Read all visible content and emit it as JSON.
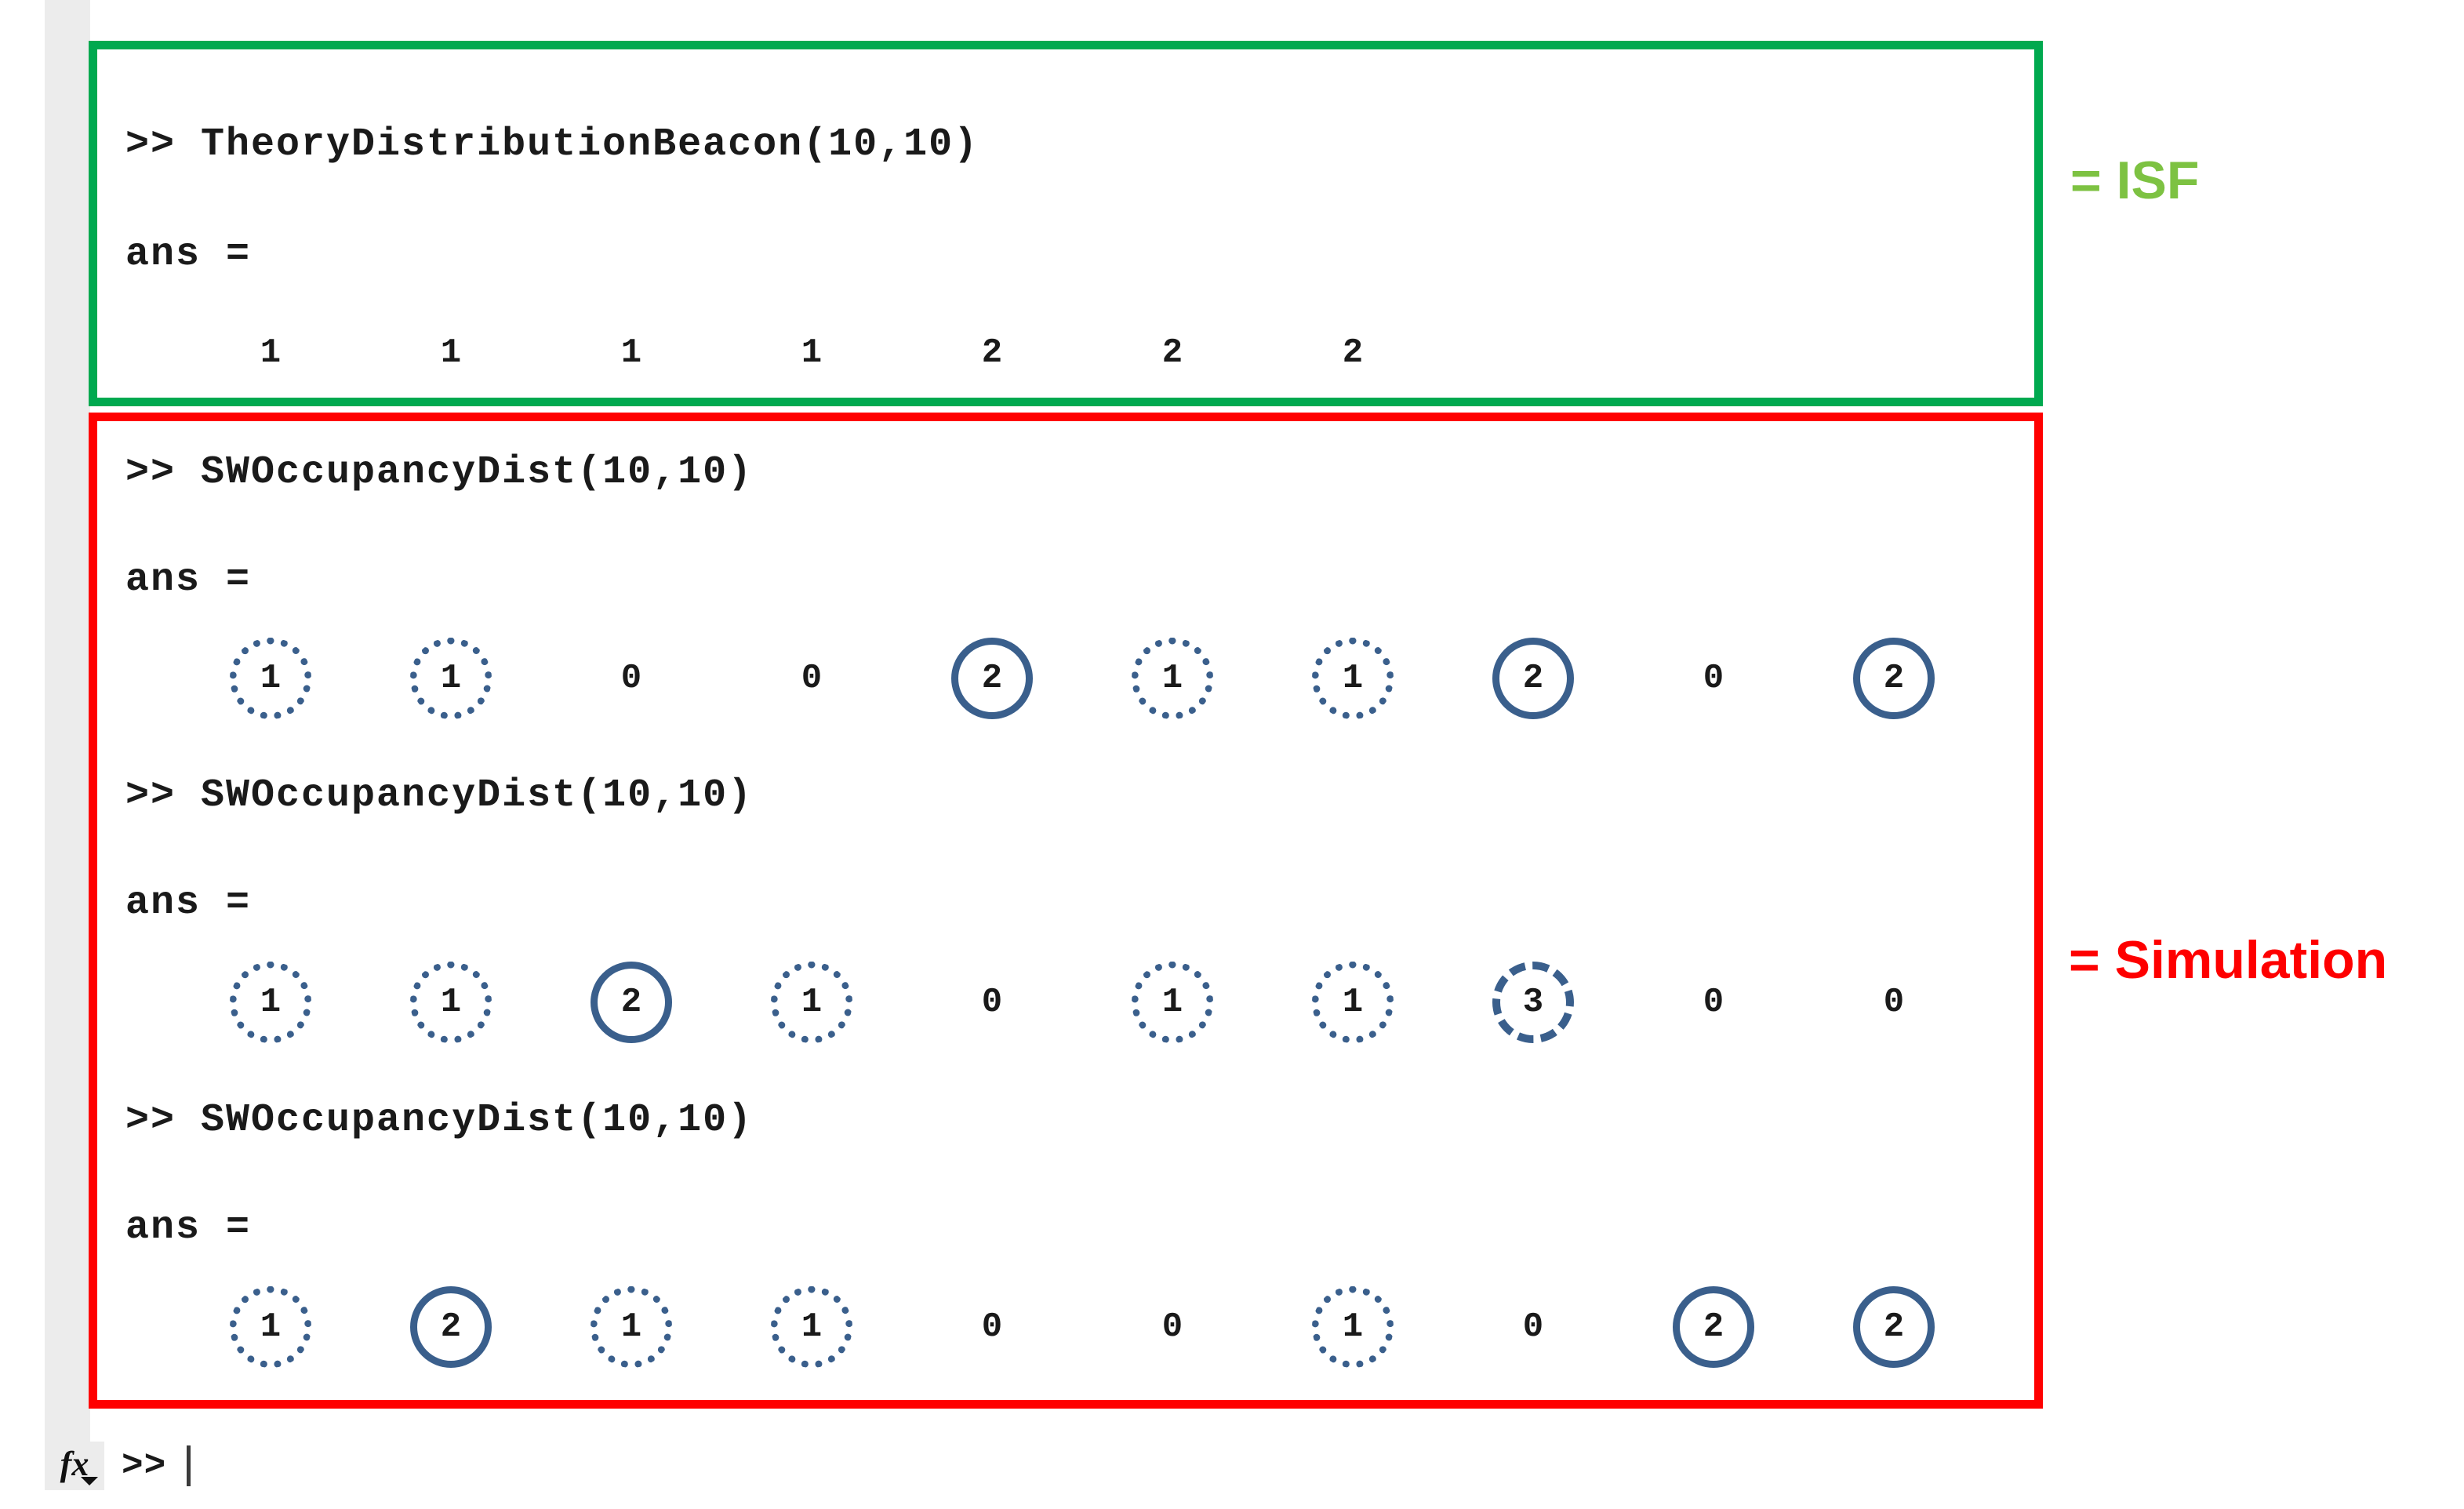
{
  "window": {
    "app": "MATLAB Command Window",
    "prompt_symbol": ">>"
  },
  "isf_block": {
    "border_color": "#00a94f",
    "legend": "= ISF",
    "legend_color": "#7dc242",
    "command": ">> TheoryDistributionBeacon(10,10)",
    "ans_label": "ans =",
    "values": [
      "1",
      "1",
      "1",
      "1",
      "2",
      "2",
      "2"
    ]
  },
  "simulation_block": {
    "border_color": "#ff0000",
    "legend": "= Simulation",
    "legend_color": "#fe0000",
    "runs": [
      {
        "command": ">> SWOccupancyDist(10,10)",
        "ans_label": "ans =",
        "values": [
          "1",
          "1",
          "0",
          "0",
          "2",
          "1",
          "1",
          "2",
          "0",
          "2"
        ],
        "markers": [
          "dotted",
          "dotted",
          "none",
          "none",
          "solid",
          "dotted",
          "dotted",
          "solid",
          "none",
          "solid"
        ]
      },
      {
        "command": ">> SWOccupancyDist(10,10)",
        "ans_label": "ans =",
        "values": [
          "1",
          "1",
          "2",
          "1",
          "0",
          "1",
          "1",
          "3",
          "0",
          "0"
        ],
        "markers": [
          "dotted",
          "dotted",
          "solid",
          "dotted",
          "none",
          "dotted",
          "dotted",
          "dashed",
          "none",
          "none"
        ]
      },
      {
        "command": ">> SWOccupancyDist(10,10)",
        "ans_label": "ans =",
        "values": [
          "1",
          "2",
          "1",
          "1",
          "0",
          "0",
          "1",
          "0",
          "2",
          "2"
        ],
        "markers": [
          "dotted",
          "solid",
          "dotted",
          "dotted",
          "none",
          "none",
          "dotted",
          "none",
          "solid",
          "solid"
        ]
      }
    ],
    "marker_color": "#3a5f8c"
  },
  "prompt_bar": {
    "fx_label": "fx",
    "prompt": ">>"
  }
}
